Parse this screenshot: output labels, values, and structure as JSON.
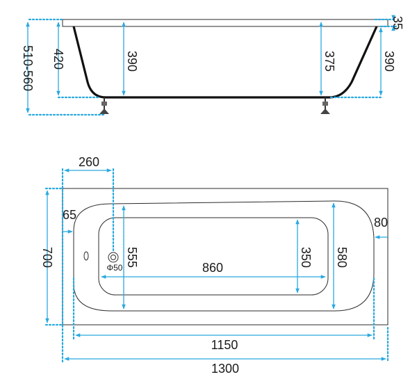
{
  "side_view": {
    "total_height": "510-560",
    "inner_depth_left": "420",
    "depth_center_left": "390",
    "depth_center_right": "375",
    "depth_right": "390",
    "rim_thickness": "35"
  },
  "top_view": {
    "drain_offset": "260",
    "rim_left": "65",
    "rim_right": "80",
    "width": "700",
    "inner_width_left": "555",
    "bottom_width": "350",
    "inner_width_right": "580",
    "bottom_length": "860",
    "inner_length": "1150",
    "total_length": "1300",
    "drain_diameter": "Φ50"
  },
  "colors": {
    "dimension": "#29a9df",
    "outline": "#2b2b2b"
  }
}
